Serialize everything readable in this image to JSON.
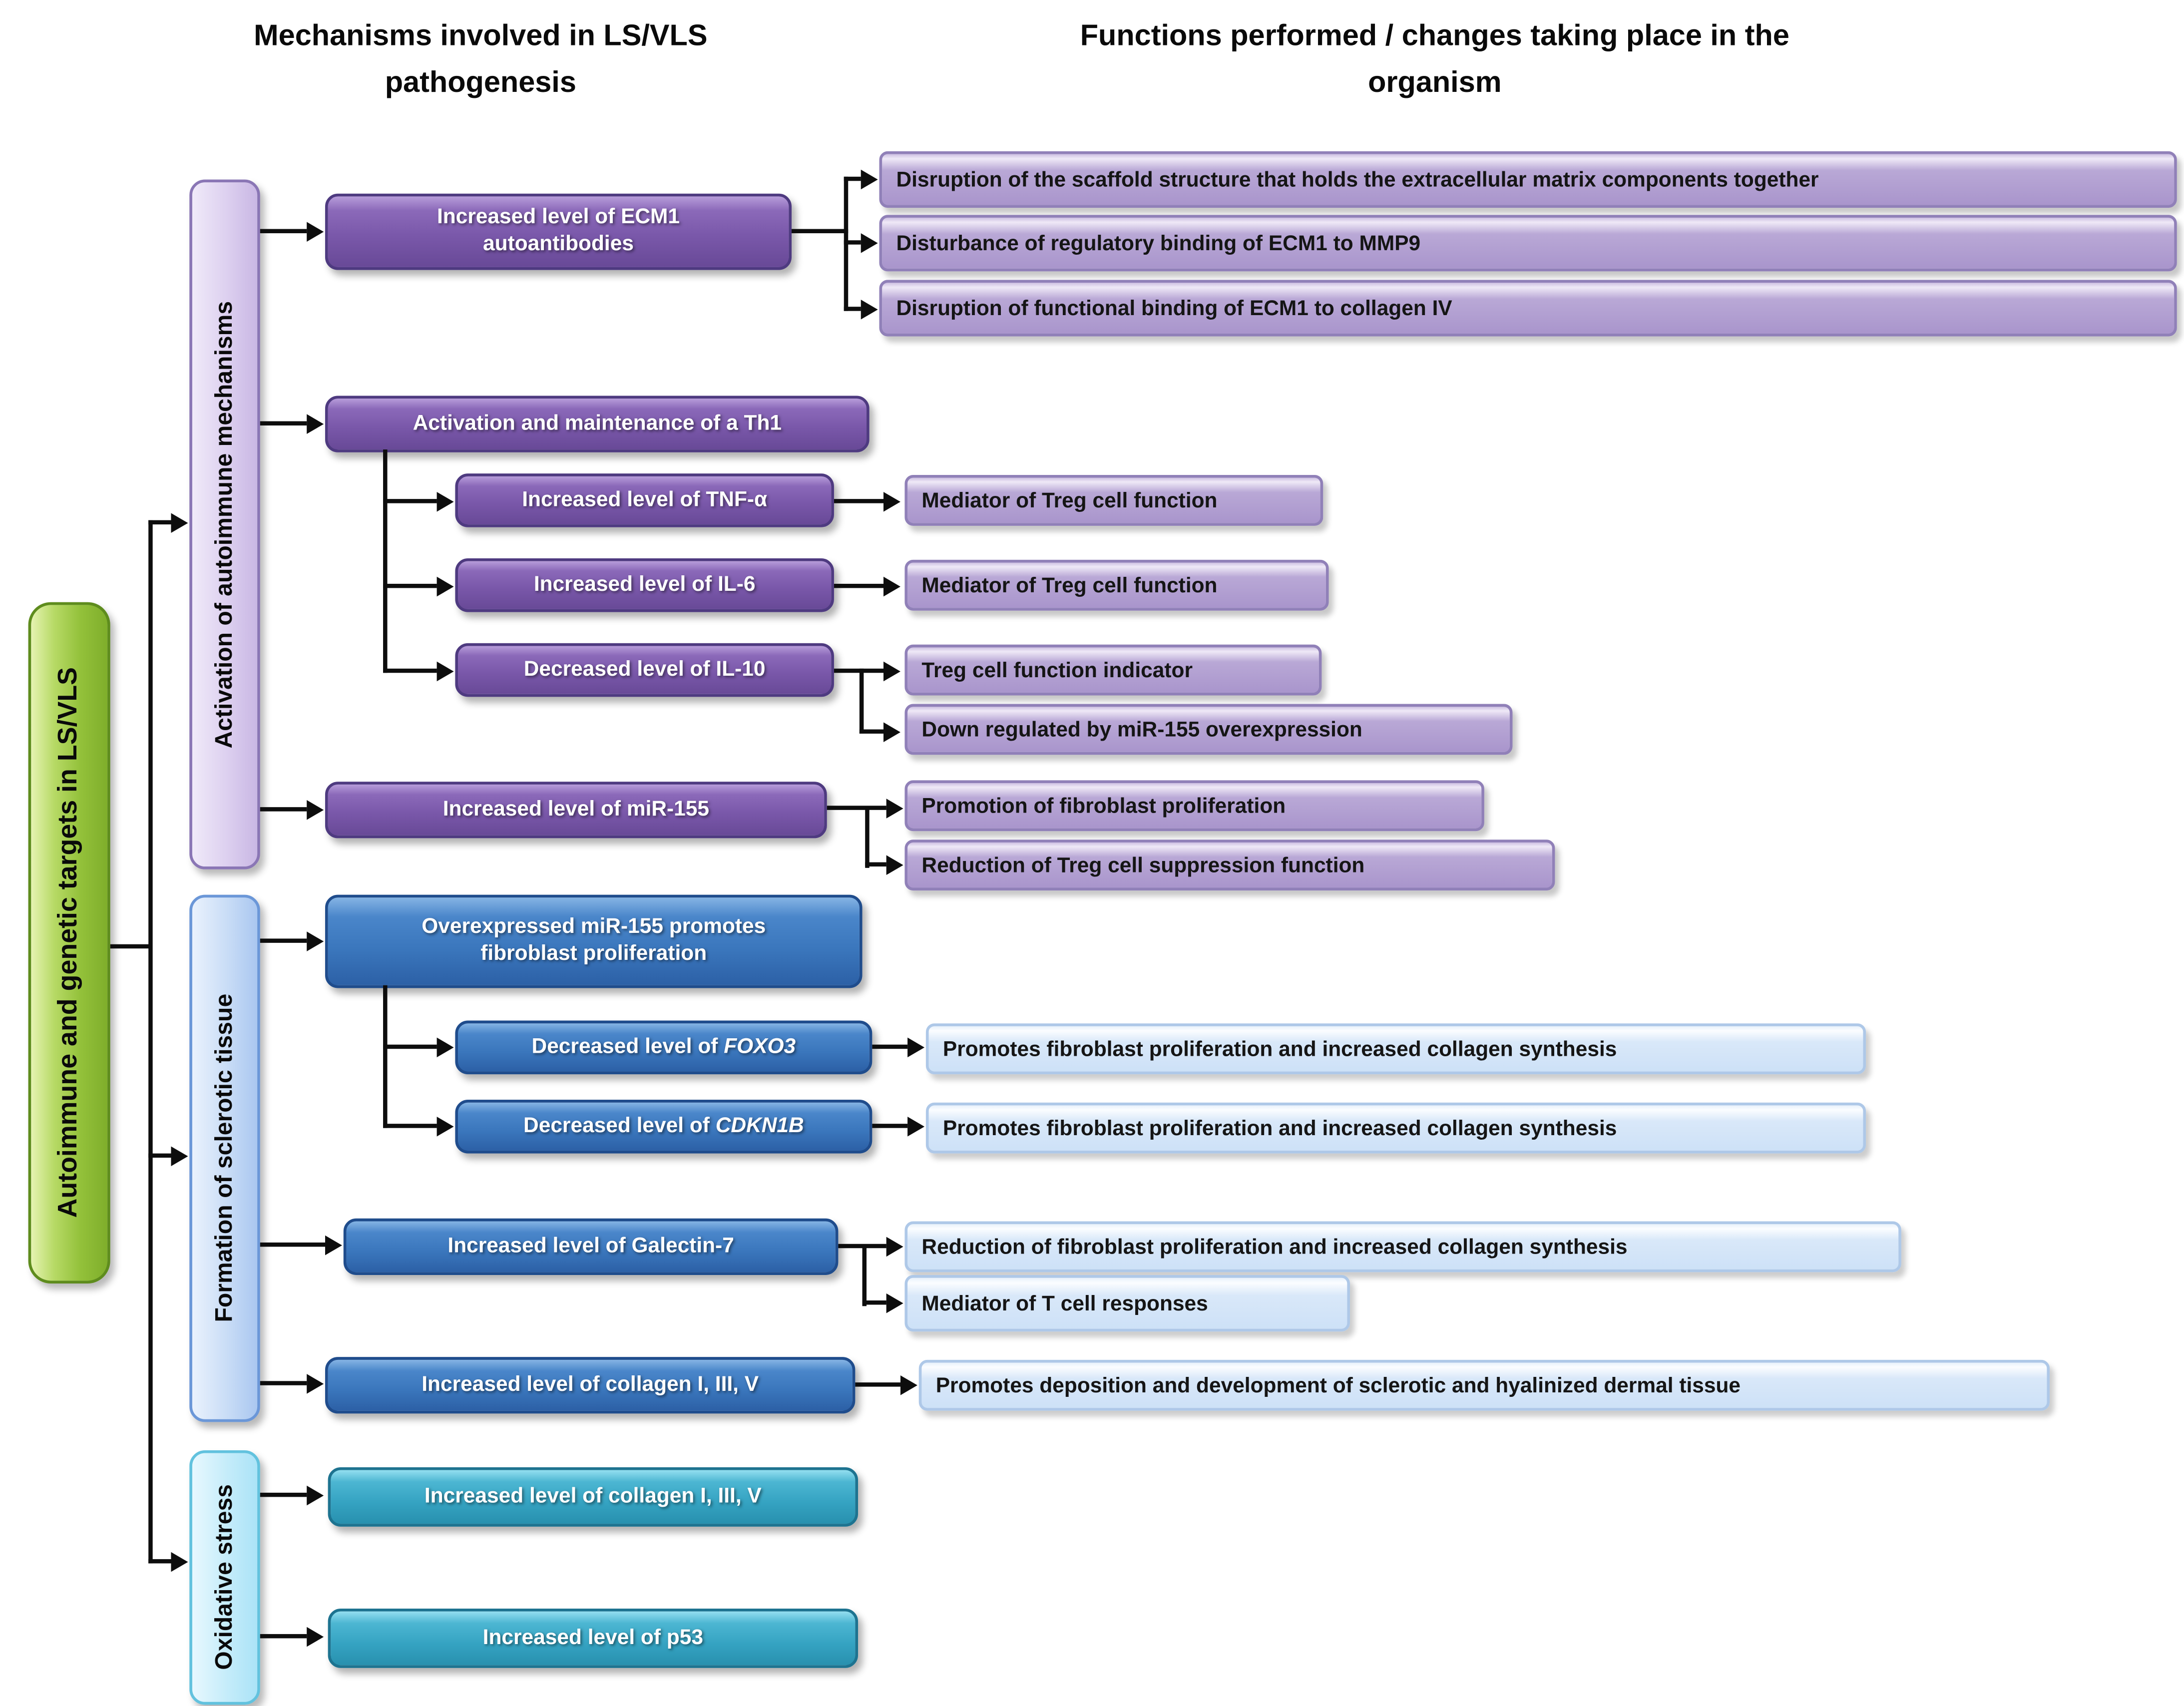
{
  "titles": {
    "left": "Mechanisms involved in LS/VLS pathogenesis",
    "right": "Functions performed / changes taking place in the organism"
  },
  "root": {
    "label": "Autoimmune and genetic targets in LS/VLS"
  },
  "sections": {
    "autoimmune": {
      "label": "Activation of autoimmune mechanisms",
      "ecm1": {
        "label": "Increased level of ECM1 autoantibodies",
        "effects": [
          "Disruption of the scaffold structure that holds the extracellular matrix components together",
          "Disturbance of regulatory binding of ECM1 to MMP9",
          "Disruption of functional binding of ECM1 to collagen IV"
        ]
      },
      "th1": {
        "label": "Activation and maintenance of a Th1"
      },
      "tnf": {
        "label": "Increased level of TNF-α",
        "effect": "Mediator of Treg cell function"
      },
      "il6": {
        "label": "Increased level of IL-6",
        "effect": "Mediator of Treg cell function"
      },
      "il10": {
        "label": "Decreased  level of IL-10",
        "effects": [
          "Treg cell function indicator",
          "Down regulated by miR-155 overexpression"
        ]
      },
      "mir155": {
        "label": "Increased level of miR-155",
        "effects": [
          "Promotion of fibroblast proliferation",
          "Reduction of Treg cell suppression function"
        ]
      }
    },
    "sclerotic": {
      "label": "Formation of sclerotic tissue",
      "overexpressed": {
        "label": "Overexpressed miR-155 promotes fibroblast proliferation"
      },
      "foxo3": {
        "prefix": "Decreased  level of ",
        "gene": "FOXO3",
        "effect": "Promotes fibroblast proliferation and increased collagen synthesis"
      },
      "cdkn1b": {
        "prefix": "Decreased  level of ",
        "gene": "CDKN1B",
        "effect": "Promotes fibroblast proliferation and increased collagen synthesis"
      },
      "galectin7": {
        "label": "Increased level of Galectin-7",
        "effects": [
          "Reduction of fibroblast proliferation and increased collagen synthesis",
          "Mediator of T cell responses"
        ]
      },
      "collagen": {
        "label": "Increased level of collagen I, III, V",
        "effect": "Promotes deposition and development of sclerotic and hyalinized dermal tissue"
      }
    },
    "oxidative": {
      "label": "Oxidative stress",
      "collagen": {
        "label": "Increased level of collagen I, III, V"
      },
      "p53": {
        "label": "Increased level of p53"
      }
    }
  },
  "colors": {
    "root_green": "#93c13a",
    "section_purple_label": "#d6c9ec",
    "node_purple": "#7a58aa",
    "effect_lavender": "#b2a0d2",
    "section_blue_label": "#c4d9f5",
    "node_blue": "#3a76bc",
    "effect_lightblue": "#d9e8f9",
    "section_cyan_label": "#c4ecfa",
    "node_teal": "#35a3c2",
    "connector": "#0d0d0d",
    "background": "#ffffff"
  }
}
